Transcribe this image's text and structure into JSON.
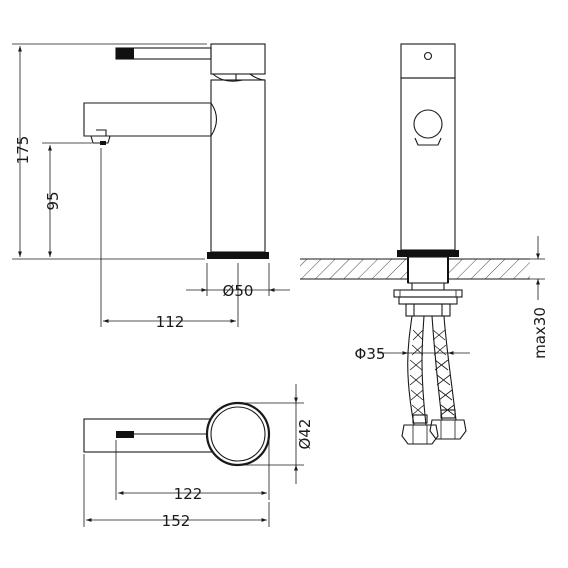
{
  "dimensions": {
    "total_height": "175",
    "spout_height": "95",
    "spout_reach": "112",
    "base_diameter": "Ø50",
    "hole_diameter": "Φ35",
    "max_thickness": "max30",
    "lever_diameter": "Ø42",
    "top_reach": "122",
    "total_length": "152"
  },
  "colors": {
    "line": "#1a1a1a",
    "accent": "#111111",
    "background": "#ffffff"
  }
}
